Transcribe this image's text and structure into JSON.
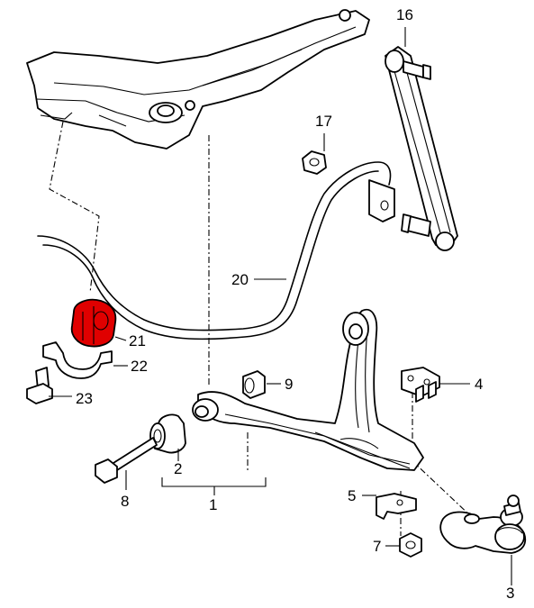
{
  "diagram": {
    "highlight_color": "#e00000",
    "callouts": [
      {
        "id": "16",
        "label": "16"
      },
      {
        "id": "17",
        "label": "17"
      },
      {
        "id": "20",
        "label": "20"
      },
      {
        "id": "21",
        "label": "21"
      },
      {
        "id": "22",
        "label": "22"
      },
      {
        "id": "23",
        "label": "23"
      },
      {
        "id": "9",
        "label": "9"
      },
      {
        "id": "4",
        "label": "4"
      },
      {
        "id": "2",
        "label": "2"
      },
      {
        "id": "1",
        "label": "1"
      },
      {
        "id": "8",
        "label": "8"
      },
      {
        "id": "5",
        "label": "5"
      },
      {
        "id": "7",
        "label": "7"
      },
      {
        "id": "3",
        "label": "3"
      }
    ]
  }
}
